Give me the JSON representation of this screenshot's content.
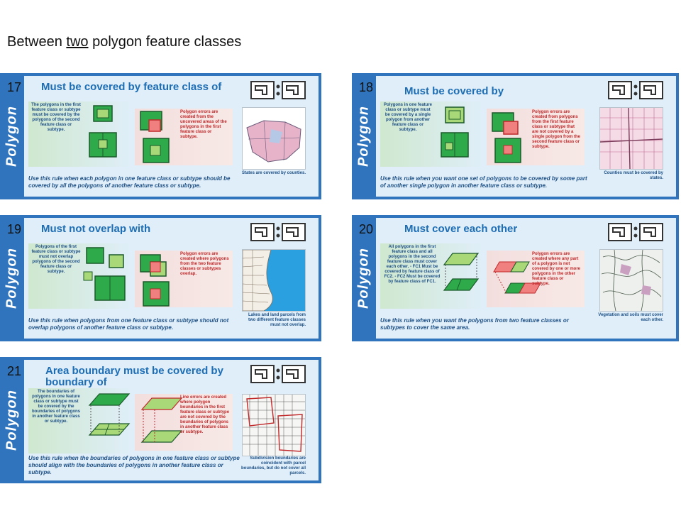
{
  "heading": {
    "pre": "Between ",
    "underlined": "two",
    "post": " polygon feature classes"
  },
  "cards": [
    {
      "number": "17",
      "side_label": "Polygon",
      "title": "Must be covered by feature class of",
      "left_text": "The polygons in the first feature class or subtype must be covered by the polygons of the second feature class or subtype.",
      "mid_text": "Polygon errors are created from the uncovered areas of the polygons in the first feature class or subtype.",
      "rule_text": "Use this rule when each polygon in one feature class or subtype should be covered by all the polygons of another feature class or subtype.",
      "map_caption": "States are covered by counties."
    },
    {
      "number": "18",
      "side_label": "Polygon",
      "title": "Must be covered by",
      "left_text": "Polygons in one feature class or subtype must be covered by a single polygon from another feature class or subtype.",
      "mid_text": "Polygon errors are created from polygons from the first feature class or subtype that are not covered by a single polygon from the second feature class or subtype.",
      "rule_text": "Use this rule when you want one set of polygons to be covered by some part of another single polygon in another feature class or subtype.",
      "map_caption": "Counties must be covered by states."
    },
    {
      "number": "19",
      "side_label": "Polygon",
      "title": "Must not overlap with",
      "left_text": "Polygons of the first feature class or subtype must not overlap polygons of the second feature class or subtype.",
      "mid_text": "Polygon errors are created where polygons from the two feature classes or subtypes overlap.",
      "rule_text": "Use this rule when polygons from one feature class or subtype should not overlap polygons of another feature class or subtype.",
      "map_caption": "Lakes and land parcels from two different feature classes must not overlap."
    },
    {
      "number": "20",
      "side_label": "Polygon",
      "title": "Must cover each other",
      "left_text": "All polygons in the first feature class and all polygons in the second feature class must cover each other. - FC1 Must be covered by feature class of FC2. - FC2 Must be covered by feature class of FC1.",
      "mid_text": "Polygon errors are created where any part of a polygon is not covered by one or more polygons in the other feature class or subtype.",
      "rule_text": "Use this rule when you want the polygons from two feature classes or subtypes to cover the same area.",
      "map_caption": "Vegetation and soils must cover each other."
    },
    {
      "number": "21",
      "side_label": "Polygon",
      "title": "Area boundary must be covered by boundary of",
      "left_text": "The boundaries of polygons in one feature class or subtype must be covered by the boundaries of polygons in another feature class or subtype.",
      "mid_text": "Line errors are created where polygon boundaries in the first feature class or subtype are not covered by the boundaries of polygons in another feature class or subtype.",
      "rule_text": "Use this rule when the boundaries of polygons in one feature class or subtype should align with the boundaries of polygons in another feature class or subtype.",
      "map_caption": "Subdivision boundaries are coincident with parcel boundaries, but do not cover all parcels."
    }
  ],
  "colors": {
    "frame": "#2f74bd",
    "title": "#1d6db5",
    "error": "#c0282a",
    "fill": "#2eaa4a"
  }
}
